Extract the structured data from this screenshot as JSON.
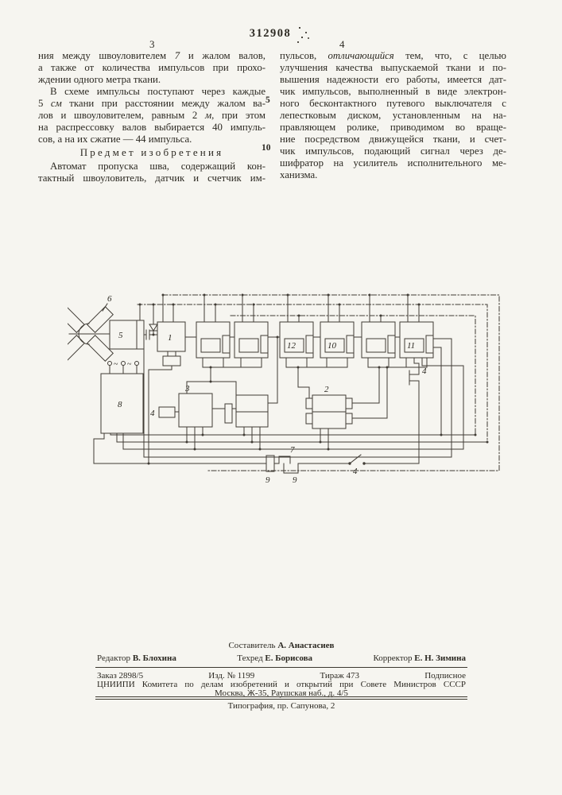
{
  "colors": {
    "paper": "#f6f5f0",
    "ink": "#2c2922",
    "line": "#403c35"
  },
  "header": {
    "patent_number": "312908",
    "left_page_number": "3",
    "right_page_number": "4"
  },
  "margin_markers": {
    "marker5": "5",
    "marker10": "10"
  },
  "left_column": {
    "para1_lines": [
      {
        "t": "ния между швоуловителем *7* и жалом валов,",
        "cls": ""
      },
      {
        "t": "а также от количества импульсов при прохо-",
        "cls": ""
      },
      {
        "t": "ждении одного метра ткани.",
        "cls": "end"
      },
      {
        "t": "В схеме импульсы поступают через каждые",
        "cls": "ind"
      },
      {
        "t": "5 *см* ткани при расстоянии между жалом ва-",
        "cls": ""
      },
      {
        "t": "лов и швоуловителем, равным 2 *м*, при этом",
        "cls": ""
      },
      {
        "t": "на распрессовку валов выбирается 40 импуль-",
        "cls": ""
      },
      {
        "t": "сов, а на их сжатие — 44 импульса.",
        "cls": "end"
      }
    ],
    "heading": "Предмет изобретения",
    "para2_lines": [
      {
        "t": "Автомат пропуска шва, содержащий кон-",
        "cls": "ind"
      },
      {
        "t": "тактный швоуловитель, датчик и счетчик им-",
        "cls": ""
      }
    ]
  },
  "right_column": {
    "lines": [
      {
        "t": "пульсов, *отличающийся* тем, что, с целью",
        "cls": ""
      },
      {
        "t": "улучшения качества выпускаемой ткани и по-",
        "cls": ""
      },
      {
        "t": "вышения надежности его работы, имеется дат-",
        "cls": ""
      },
      {
        "t": "чик импульсов, выполненный в виде электрон-",
        "cls": ""
      },
      {
        "t": "ного бесконтактного путевого выключателя с",
        "cls": ""
      },
      {
        "t": "лепестковым диском, установленным на на-",
        "cls": ""
      },
      {
        "t": "правляющем ролике, приводимом во враще-",
        "cls": ""
      },
      {
        "t": "ние посредством движущейся ткани, и счет-",
        "cls": ""
      },
      {
        "t": "чик импульсов, подающий сигнал через де-",
        "cls": ""
      },
      {
        "t": "шифратор на усилитель исполнительного ме-",
        "cls": ""
      },
      {
        "t": "ханизма.",
        "cls": "end"
      }
    ]
  },
  "diagram": {
    "labels": {
      "roller": "6",
      "sensor": "5",
      "block1": "1",
      "counter12": "12",
      "counter10": "10",
      "counter11": "11",
      "power": "8",
      "block3": "3",
      "block4": "4",
      "block2": "2",
      "transistor": "4",
      "resistor9": "9",
      "connector7": "7",
      "connector9": "9",
      "switch4": "4"
    }
  },
  "footer": {
    "compiler_label": "Составитель",
    "compiler_name": "А. Анастасиев",
    "editor_label": "Редактор",
    "editor_name": "В. Блохина",
    "tech_label": "Техред",
    "tech_name": "Е. Борисова",
    "corrector_label": "Корректор",
    "corrector_name": "Е. Н. Зимина",
    "order": "Заказ 2898/5",
    "issue": "Изд. № 1199",
    "copies": "Тираж 473",
    "subscription": "Подписное",
    "org_line": "ЦНИИПИ Комитета по делам изобретений и открытий при Совете Министров СССР",
    "address_line": "Москва, Ж-35, Раушская наб., д. 4/5",
    "print_line": "Типография, пр. Сапунова, 2"
  }
}
